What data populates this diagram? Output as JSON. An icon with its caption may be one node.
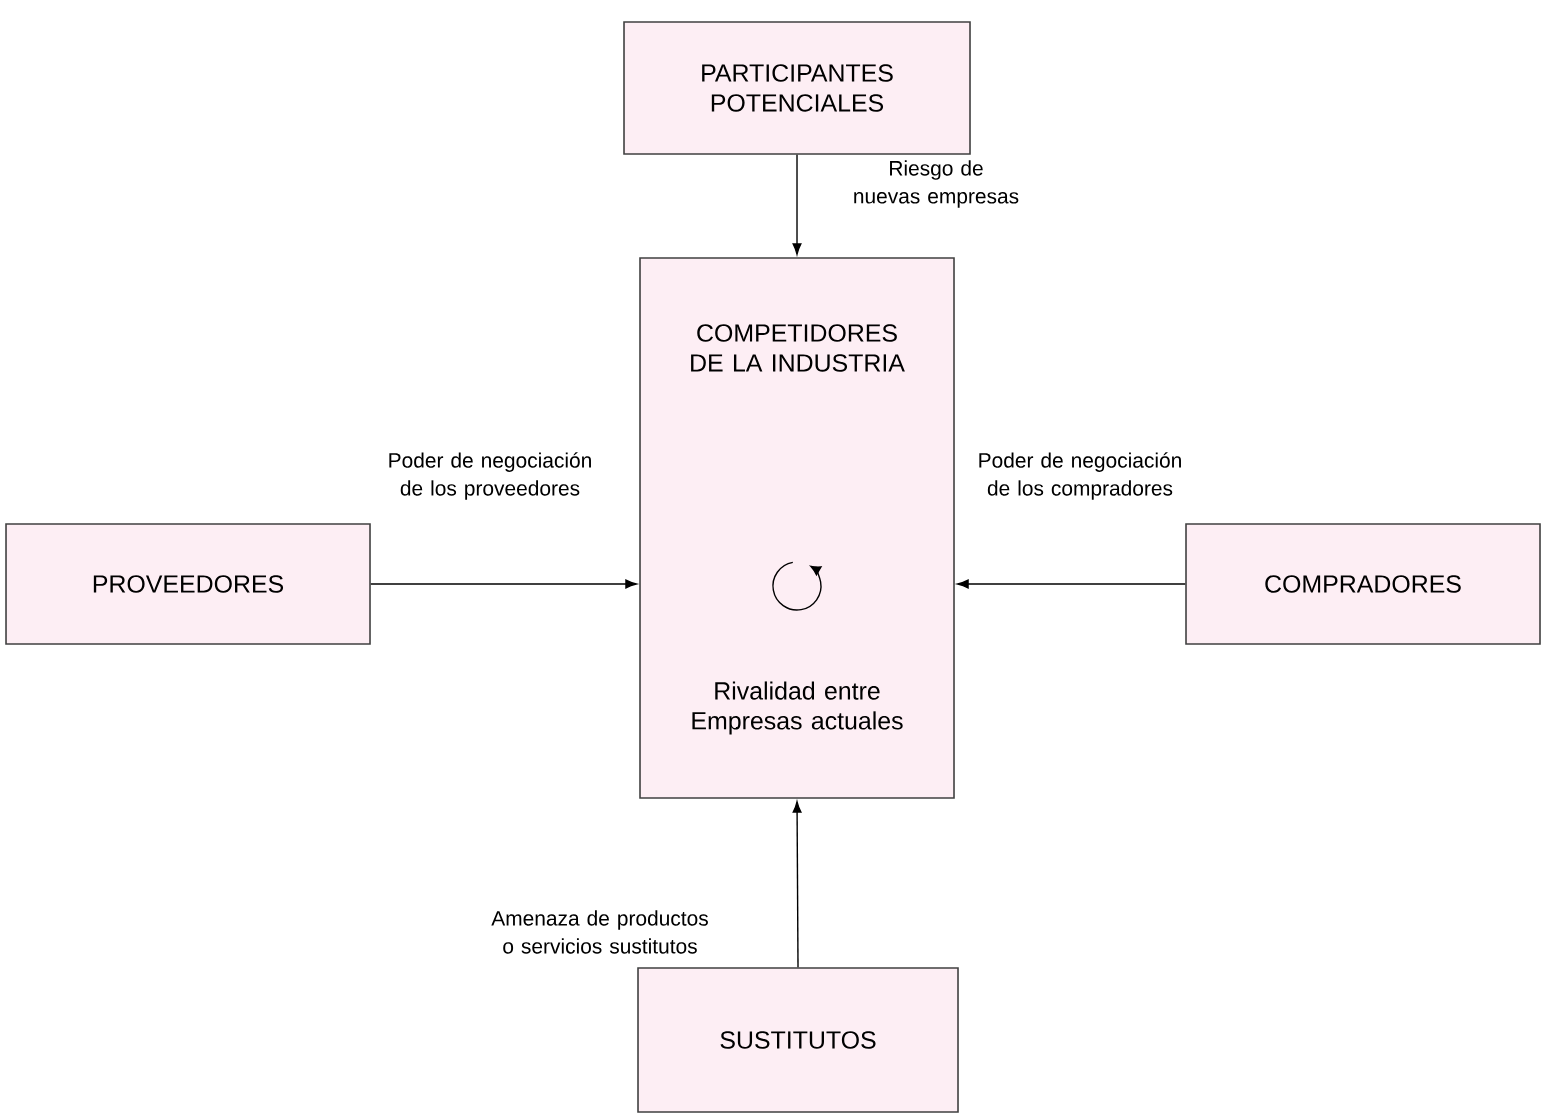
{
  "diagram": {
    "nodes": [
      {
        "text": [
          "PARTICIPANTES POTENCIALES"
        ]
      },
      {
        "text": [
          "COMPETIDORES DE LA INDUSTRIA",
          "Rivalidad entre Empresas actuales"
        ]
      },
      {
        "text": [
          "PROVEEDORES"
        ]
      },
      {
        "text": [
          "COMPRADORES"
        ]
      },
      {
        "text": [
          "SUSTITUTOS"
        ]
      }
    ],
    "edges": [
      {
        "from": 0,
        "to": 1,
        "arrow": "to",
        "label": "Riesgo de nuevas empresas"
      },
      {
        "from": 2,
        "to": 1,
        "arrow": "to",
        "label": "Poder de negociación de los proveedores"
      },
      {
        "from": 3,
        "to": 1,
        "arrow": "to",
        "label": "Poder de negociación de los compradores"
      },
      {
        "from": 4,
        "to": 1,
        "arrow": "to",
        "label": "Amenaza de productos o servicios sustitutos"
      }
    ]
  }
}
